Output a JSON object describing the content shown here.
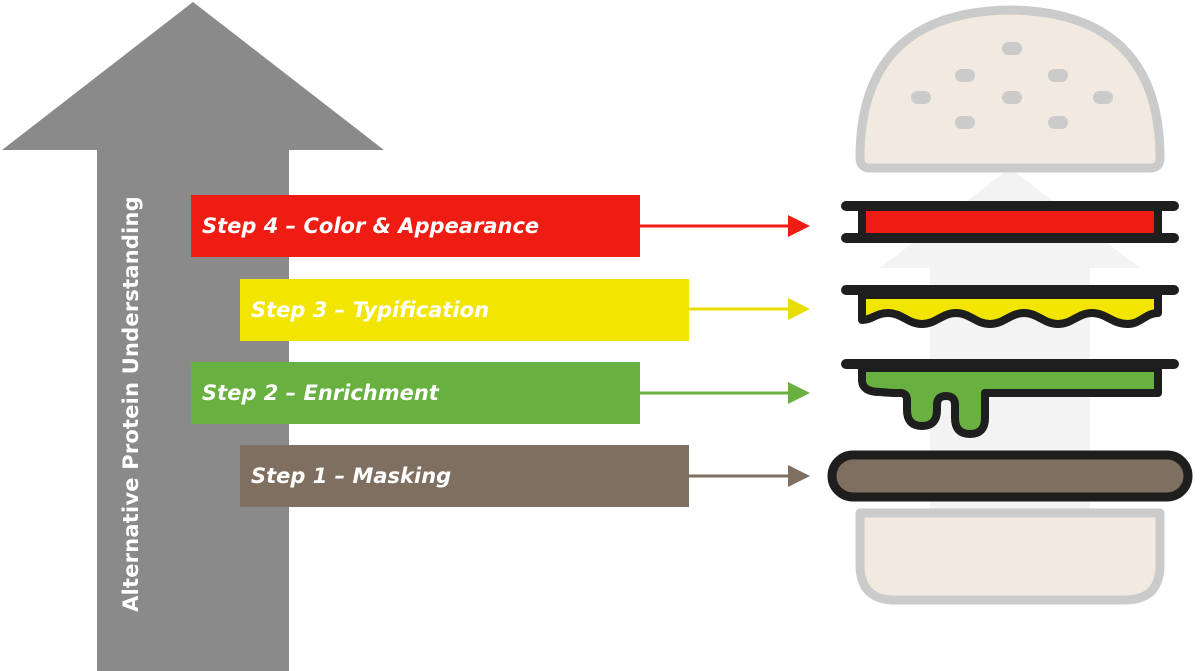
{
  "axis": {
    "label": "Alternative Protein Understanding"
  },
  "steps": [
    {
      "label": "Step 4 – Color & Appearance",
      "color": "#ee1c12",
      "text_color": "#ffffff"
    },
    {
      "label": "Step 3 – Typification",
      "color": "#f2e600",
      "text_color": "#ffffff"
    },
    {
      "label": "Step 2 – Enrichment",
      "color": "#68b03f",
      "text_color": "#ffffff"
    },
    {
      "label": "Step 1 – Masking",
      "color": "#7f6f60",
      "text_color": "#ffffff"
    }
  ],
  "colors": {
    "arrow": "#8a8a8a",
    "bun": "#f2eae0",
    "bun_outline": "#cbcbcb",
    "outline": "#1e1e1e"
  }
}
